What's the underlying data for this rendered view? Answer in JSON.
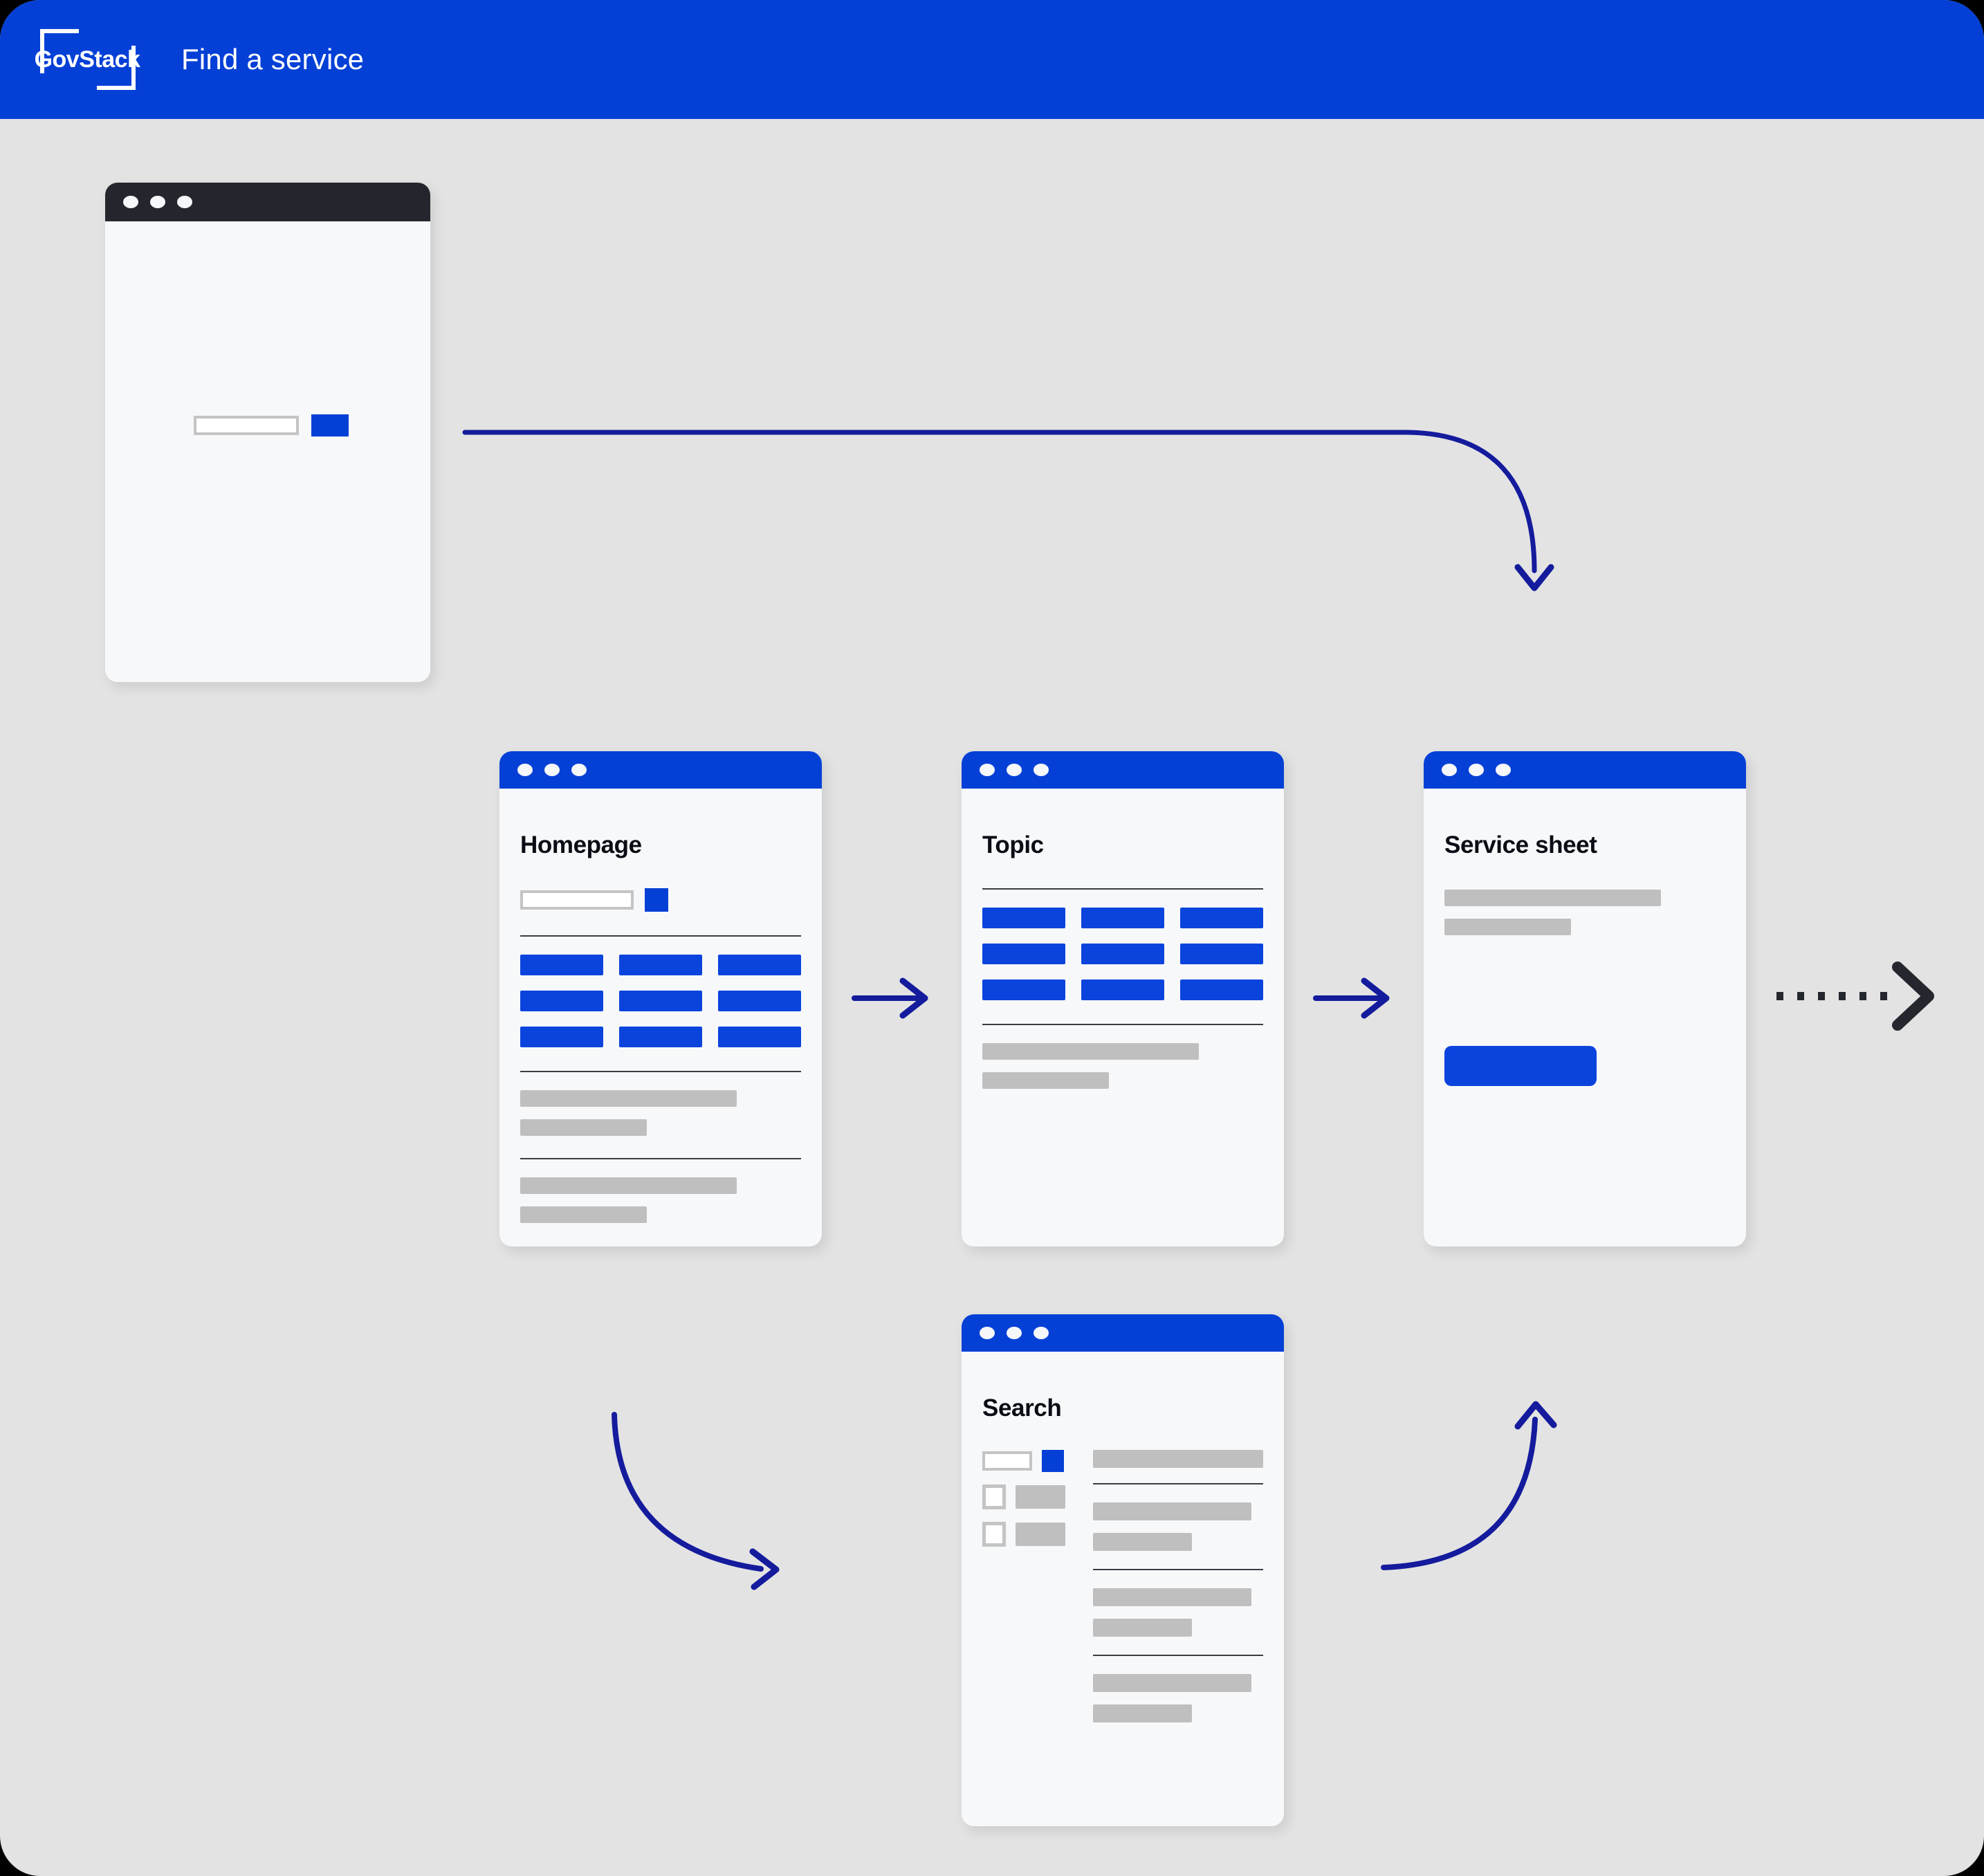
{
  "header": {
    "logo_text": "GovStack",
    "logo_icon": "govstack-bracket-logo",
    "title": "Find a service"
  },
  "canvas": {
    "background_color": "#E3E3E3",
    "accent_blue": "#0540D6",
    "block_blue": "#0B44DD",
    "placeholder_gray": "#BFBFBF",
    "arrow_navy": "#141B9C",
    "arrow_dark": "#24272D"
  },
  "cards": [
    {
      "id": "landing",
      "title": "",
      "titlebar_style": "dark",
      "dots": 3,
      "has_search": true,
      "search_value": "",
      "search_placeholder": ""
    },
    {
      "id": "homepage",
      "title": "Homepage",
      "titlebar_style": "blue",
      "dots": 3,
      "search_value": "",
      "search_placeholder": "",
      "blue_grid_rows": 3,
      "blue_grid_cols": 3,
      "text_groups": [
        {
          "wide": true,
          "short": true
        },
        {
          "wide": true,
          "short": true
        }
      ]
    },
    {
      "id": "topic",
      "title": "Topic",
      "titlebar_style": "blue",
      "dots": 3,
      "blue_grid_rows": 3,
      "blue_grid_cols": 3,
      "text_groups": [
        {
          "wide": true,
          "short": true
        }
      ]
    },
    {
      "id": "service",
      "title": "Service sheet",
      "titlebar_style": "blue",
      "dots": 3,
      "text_groups": [
        {
          "wide": true,
          "short": true
        }
      ],
      "cta_label": ""
    },
    {
      "id": "search",
      "title": "Search",
      "titlebar_style": "blue",
      "dots": 3,
      "search_value": "",
      "search_placeholder": "",
      "facets": [
        {
          "checked": false
        },
        {
          "checked": false
        }
      ],
      "results": [
        {
          "wide": true,
          "short": false
        },
        {
          "wide": true,
          "short": true
        },
        {
          "wide": true,
          "short": true
        },
        {
          "wide": true,
          "short": true
        }
      ]
    }
  ],
  "connectors": [
    {
      "name": "landing-to-homepage",
      "style": "solid-curved",
      "color": "#141B9C",
      "direction": "down"
    },
    {
      "name": "homepage-to-topic",
      "style": "solid-straight",
      "color": "#141B9C",
      "direction": "right"
    },
    {
      "name": "topic-to-service",
      "style": "solid-straight",
      "color": "#141B9C",
      "direction": "right"
    },
    {
      "name": "service-to-next",
      "style": "dotted",
      "color": "#24272D",
      "direction": "right"
    },
    {
      "name": "homepage-to-search",
      "style": "solid-curved",
      "color": "#141B9C",
      "direction": "down-right"
    },
    {
      "name": "search-to-service",
      "style": "solid-curved",
      "color": "#141B9C",
      "direction": "up-right"
    }
  ]
}
